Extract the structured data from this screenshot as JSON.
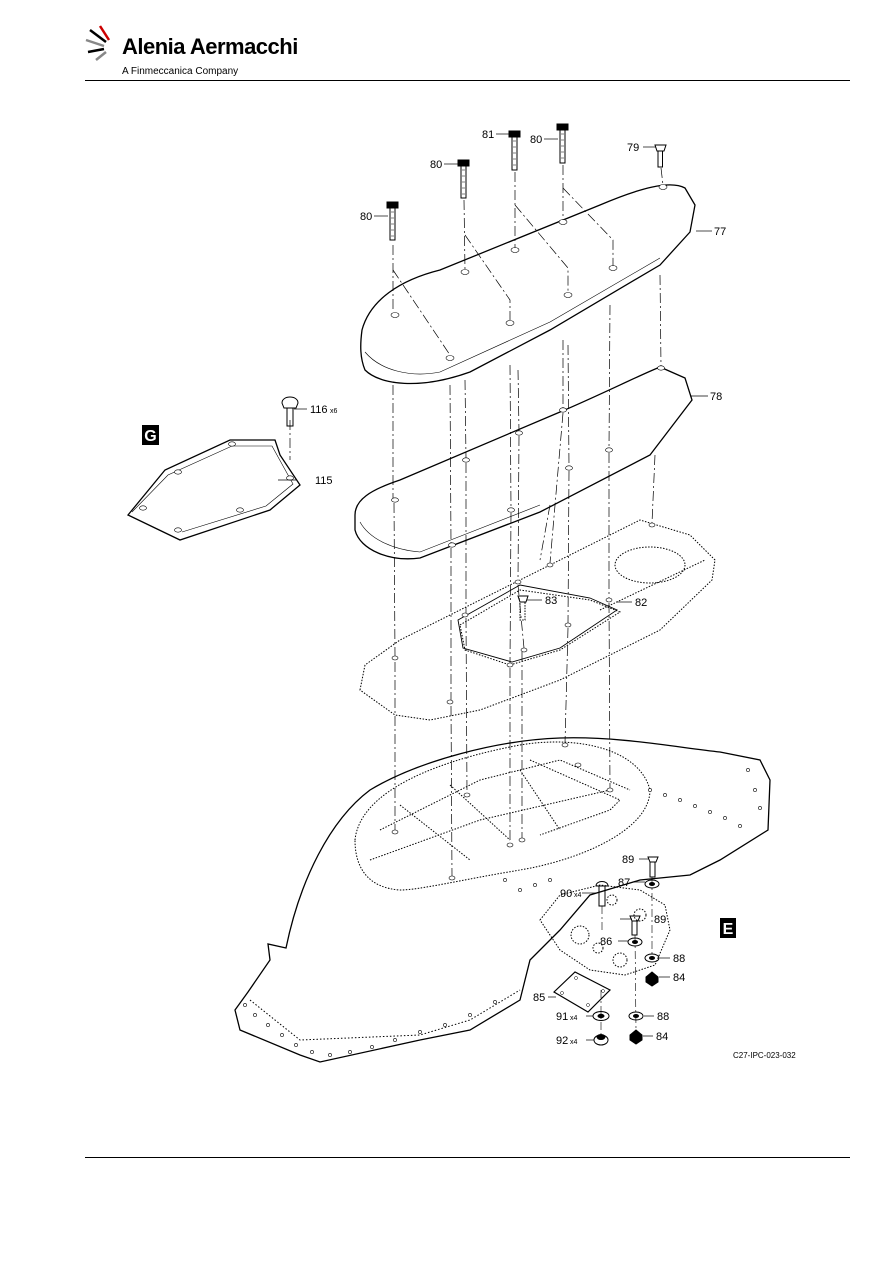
{
  "header": {
    "company": "Alenia Aermacchi",
    "tagline": "A Finmeccanica Company"
  },
  "figure": {
    "reference": "C27-IPC-023-032",
    "view_labels": [
      "G",
      "E"
    ],
    "callouts": [
      {
        "id": "c77",
        "number": "77",
        "qty": ""
      },
      {
        "id": "c78",
        "number": "78",
        "qty": ""
      },
      {
        "id": "c79",
        "number": "79",
        "qty": ""
      },
      {
        "id": "c80a",
        "number": "80",
        "qty": ""
      },
      {
        "id": "c80b",
        "number": "80",
        "qty": ""
      },
      {
        "id": "c80c",
        "number": "80",
        "qty": ""
      },
      {
        "id": "c81",
        "number": "81",
        "qty": ""
      },
      {
        "id": "c82",
        "number": "82",
        "qty": ""
      },
      {
        "id": "c83",
        "number": "83",
        "qty": ""
      },
      {
        "id": "c84a",
        "number": "84",
        "qty": ""
      },
      {
        "id": "c84b",
        "number": "84",
        "qty": ""
      },
      {
        "id": "c85",
        "number": "85",
        "qty": ""
      },
      {
        "id": "c86",
        "number": "86",
        "qty": ""
      },
      {
        "id": "c87",
        "number": "87",
        "qty": ""
      },
      {
        "id": "c88a",
        "number": "88",
        "qty": ""
      },
      {
        "id": "c88b",
        "number": "88",
        "qty": ""
      },
      {
        "id": "c89a",
        "number": "89",
        "qty": ""
      },
      {
        "id": "c89b",
        "number": "89",
        "qty": ""
      },
      {
        "id": "c90",
        "number": "90",
        "qty": "x4"
      },
      {
        "id": "c91",
        "number": "91",
        "qty": "x4"
      },
      {
        "id": "c92",
        "number": "92",
        "qty": "x4"
      },
      {
        "id": "c115",
        "number": "115",
        "qty": ""
      },
      {
        "id": "c116",
        "number": "116",
        "qty": "x6"
      }
    ]
  }
}
